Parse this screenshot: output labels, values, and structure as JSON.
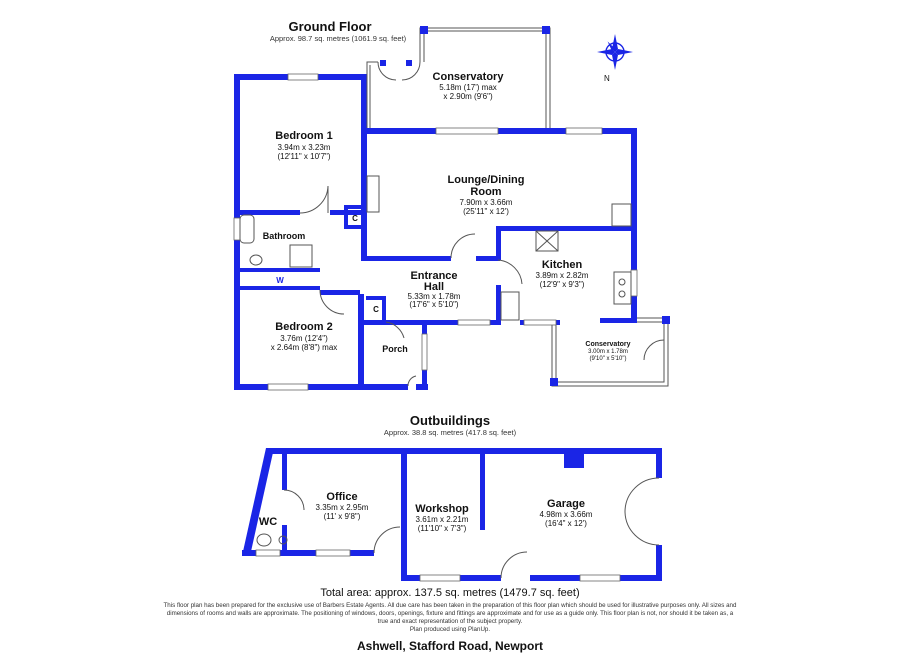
{
  "ground_floor": {
    "title": "Ground Floor",
    "area": "Approx. 98.7 sq. metres (1061.9 sq. feet)"
  },
  "rooms": {
    "conservatory_main": {
      "name": "Conservatory",
      "dim1": "5.18m (17') max",
      "dim2": "x 2.90m (9'6\")"
    },
    "bedroom1": {
      "name": "Bedroom 1",
      "dim1": "3.94m x 3.23m",
      "dim2": "(12'11\" x 10'7\")"
    },
    "lounge": {
      "name1": "Lounge/Dining",
      "name2": "Room",
      "dim1": "7.90m x 3.66m",
      "dim2": "(25'11\" x 12')"
    },
    "bathroom": {
      "name": "Bathroom"
    },
    "cupboard1": {
      "name": "C"
    },
    "cupboard2": {
      "name": "C"
    },
    "wardrobe": {
      "name": "W"
    },
    "entrance_hall": {
      "name1": "Entrance",
      "name2": "Hall",
      "dim1": "5.33m x 1.78m",
      "dim2": "(17'6\" x 5'10\")"
    },
    "kitchen": {
      "name": "Kitchen",
      "dim1": "3.89m x 2.82m",
      "dim2": "(12'9\" x 9'3\")"
    },
    "bedroom2": {
      "name": "Bedroom 2",
      "dim1": "3.76m (12'4\")",
      "dim2": "x 2.64m (8'8\") max"
    },
    "porch": {
      "name": "Porch"
    },
    "conservatory_small": {
      "name": "Conservatory",
      "dim1": "3.00m x 1.78m",
      "dim2": "(9'10\" x 5'10\")"
    }
  },
  "outbuildings": {
    "title": "Outbuildings",
    "area": "Approx. 38.8 sq. metres (417.8 sq. feet)",
    "wc": {
      "name": "WC"
    },
    "office": {
      "name": "Office",
      "dim1": "3.35m x 2.95m",
      "dim2": "(11' x 9'8\")"
    },
    "workshop": {
      "name": "Workshop",
      "dim1": "3.61m x 2.21m",
      "dim2": "(11'10\" x 7'3\")"
    },
    "garage": {
      "name": "Garage",
      "dim1": "4.98m x 3.66m",
      "dim2": "(16'4\" x 12')"
    }
  },
  "total_area": "Total area: approx. 137.5 sq. metres (1479.7 sq. feet)",
  "disclaimer": [
    "This floor plan has been prepared for the exclusive use of Barbers Estate Agents. All due care has been taken in the preparation of this floor plan which should be used for illustrative purposes only. All sizes and",
    "dimensions of rooms and walls are approximate. The positioning of windows, doors, openings, fixture and fittings are approximate and for use as a guide only. This floor plan is not, nor should it be taken as, a",
    "true and exact representation of the subject property.",
    "Plan produced using PlanUp."
  ],
  "address": "Ashwell, Stafford Road, Newport",
  "compass": {
    "label": "N",
    "icon": "compass-rose-icon"
  },
  "colors": {
    "wall": "#1a25e6"
  }
}
